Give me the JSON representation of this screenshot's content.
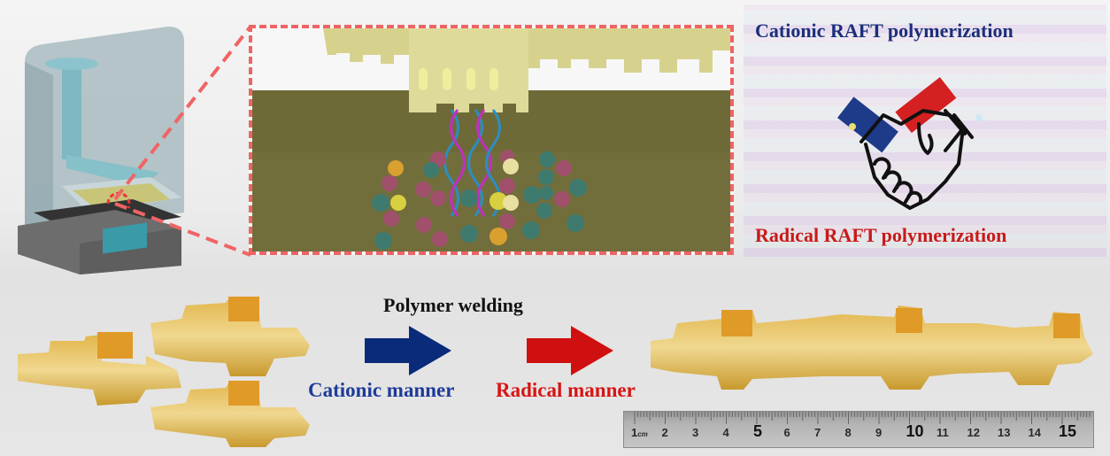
{
  "figure": {
    "title": "3D printing with cationic and radical RAFT polymerization for polymer welding",
    "printer": {
      "icon": "3d-printer-icon",
      "label": ""
    },
    "inset": {
      "description": "printed part immersed in resin with polymer chains and monomer spheres"
    },
    "raft_panel": {
      "top_label": "Cationic RAFT polymerization",
      "bottom_label": "Radical RAFT polymerization",
      "icon": "handshake-icon",
      "colors": {
        "cationic": "#1b2f7a",
        "radical": "#c81a1a"
      }
    },
    "welding": {
      "title": "Polymer welding",
      "steps": [
        {
          "label": "Cationic manner",
          "color": "#1e3b9a",
          "arrow_color": "#0a2a7a"
        },
        {
          "label": "Radical manner",
          "color": "#d81414",
          "arrow_color": "#d01010"
        }
      ]
    },
    "parts": {
      "separate_count": 3,
      "welded_count": 1
    },
    "ruler": {
      "unit": "cm",
      "labels": [
        "1",
        "2",
        "3",
        "4",
        "5",
        "6",
        "7",
        "8",
        "9",
        "10",
        "11",
        "12",
        "13",
        "14",
        "15"
      ],
      "emphasized": [
        "5",
        "10",
        "15"
      ]
    }
  }
}
